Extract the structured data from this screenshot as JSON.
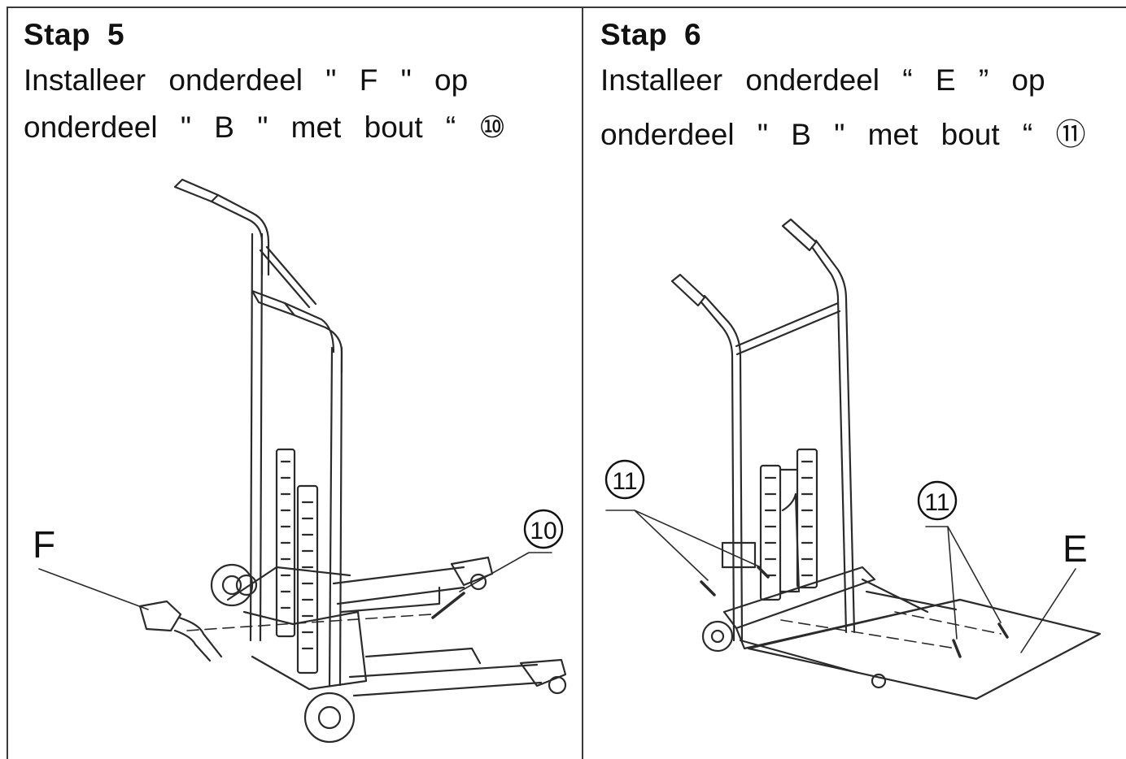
{
  "steps": [
    {
      "title": "Stap  5",
      "line1": "Installeer  onderdeel  \"  F  \"  op",
      "line2": "onderdeel  \"  B  \"  met  bout  “  ⑩",
      "labels": {
        "part": "F",
        "bolt": "10"
      }
    },
    {
      "title": "Stap  6",
      "line1": "Installeer  onderdeel  “  E  ”  op",
      "line2": "onderdeel  \"  B  \"  met  bout  “  ⑪",
      "labels": {
        "part": "E",
        "bolt_a": "11",
        "bolt_b": "11"
      }
    }
  ],
  "colors": {
    "line": "#2b2b2b",
    "border": "#3a3a3a",
    "background": "#ffffff"
  }
}
